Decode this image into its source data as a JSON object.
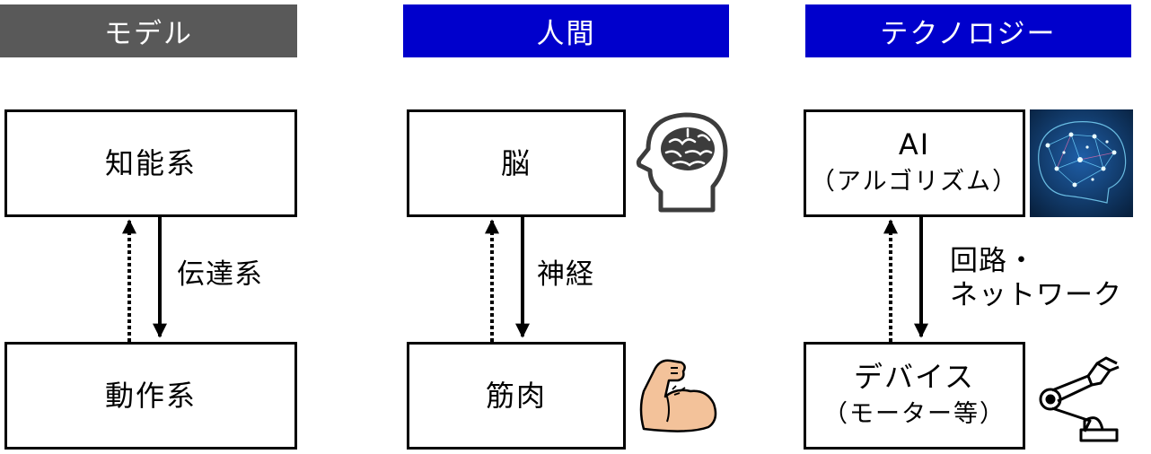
{
  "columns": {
    "model": {
      "header": "モデル",
      "header_color": "#595959",
      "top": "知能系",
      "bottom": "動作系",
      "link": "伝達系"
    },
    "human": {
      "header": "人間",
      "header_color": "#0000CC",
      "top": "脳",
      "bottom": "筋肉",
      "link": "神経"
    },
    "tech": {
      "header": "テクノロジー",
      "header_color": "#0000CC",
      "top_line1": "AI",
      "top_line2": "（アルゴリズム）",
      "bottom_line1": "デバイス",
      "bottom_line2": "（モーター等）",
      "link_line1": "回路・",
      "link_line2": "ネットワーク"
    }
  },
  "icons": [
    "head-brain-icon",
    "flexed-arm-icon",
    "neural-brain-icon",
    "robot-arm-icon"
  ]
}
